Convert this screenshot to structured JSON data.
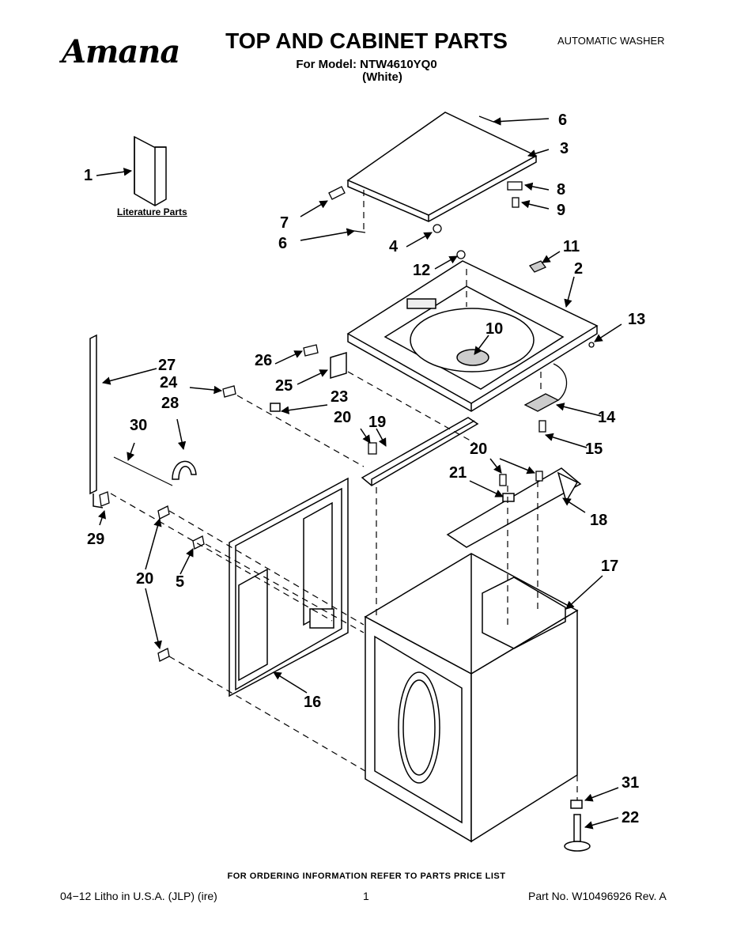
{
  "header": {
    "brand": "Amana",
    "title": "TOP AND CABINET PARTS",
    "model_line": "For Model: NTW4610YQ0",
    "color": "(White)",
    "product": "AUTOMATIC WASHER"
  },
  "literature_label": "Literature Parts",
  "callouts": {
    "c1": "1",
    "c2": "2",
    "c3": "3",
    "c4": "4",
    "c5": "5",
    "c6a": "6",
    "c6b": "6",
    "c7": "7",
    "c8": "8",
    "c9": "9",
    "c10": "10",
    "c11": "11",
    "c12": "12",
    "c13": "13",
    "c14": "14",
    "c15": "15",
    "c16": "16",
    "c17": "17",
    "c18": "18",
    "c19": "19",
    "c20a": "20",
    "c20b": "20",
    "c20c": "20",
    "c21": "21",
    "c22": "22",
    "c23": "23",
    "c24": "24",
    "c25": "25",
    "c26": "26",
    "c27": "27",
    "c28": "28",
    "c29": "29",
    "c30": "30",
    "c31": "31"
  },
  "footer": {
    "ordering": "FOR ORDERING INFORMATION REFER TO PARTS PRICE LIST",
    "litho": "04−12  Litho in U.S.A. (JLP) (ire)",
    "page": "1",
    "part_no": "Part No. W10496926 Rev. A"
  }
}
